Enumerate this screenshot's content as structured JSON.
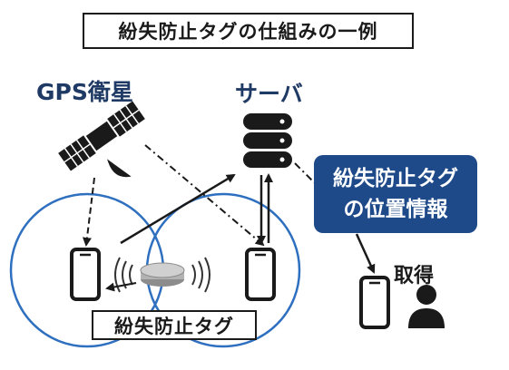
{
  "title": "紛失防止タグの仕組みの一例",
  "gps_label": "GPS衛星",
  "server_label": "サーバ",
  "info_box": {
    "line1": "紛失防止タグ",
    "line2": "の位置情報"
  },
  "get_label": "取得",
  "tag_label": "紛失防止タグ",
  "colors": {
    "circle": "#2e6fbf",
    "info_box": "#1f4a8a",
    "label": "#1f3a64"
  }
}
